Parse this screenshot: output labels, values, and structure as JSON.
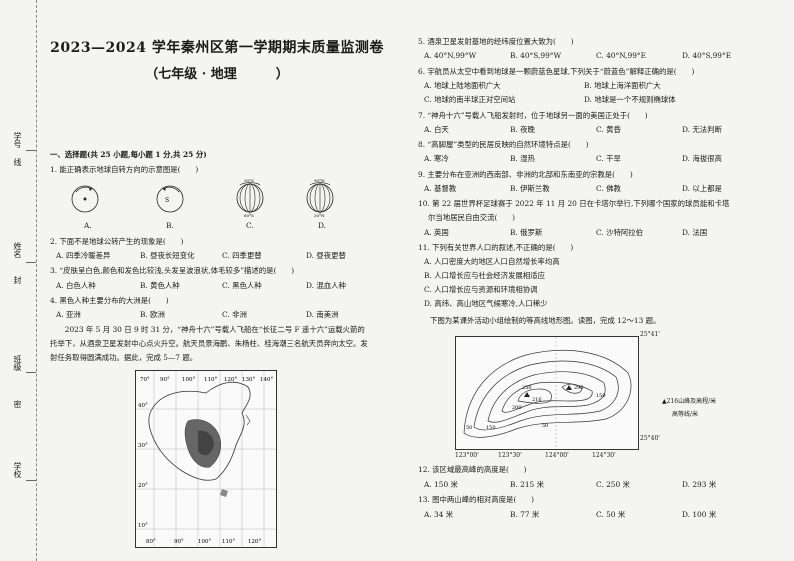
{
  "side_labels": [
    "学号",
    "线",
    "姓名",
    "封",
    "班级",
    "密",
    "学校"
  ],
  "header": {
    "title": "2023—2024 学年秦州区第一学期期末质量监测卷",
    "subtitle": "（七年级 · 地理　　　）"
  },
  "section1": {
    "heading": "一、选择题(共 25 小题,每小题 1 分,共 25 分)"
  },
  "q1": {
    "text": "1. 能正确表示地球自转方向的示意图是(　　)",
    "opts": [
      "A.",
      "B.",
      "C.",
      "D."
    ],
    "globe_labels": [
      "30°S",
      "60°S",
      "90°N",
      "30°N"
    ]
  },
  "q2": {
    "text": "2. 下面不是地球公转产生的现象是(　　)",
    "opts": [
      "A. 四季冷暖差异",
      "B. 昼夜长短变化",
      "C. 四季更替",
      "D. 昼夜更替"
    ]
  },
  "q3": {
    "text": "3. “皮肤呈白色,颜色和发色比较浅,头发呈波浪状,体毛较多”描述的是(　　)",
    "opts": [
      "A. 白色人种",
      "B. 黄色人种",
      "C. 黑色人种",
      "D. 混血人种"
    ]
  },
  "q4": {
    "text": "4. 黑色人种主要分布的大洲是(　　)",
    "opts": [
      "A. 亚洲",
      "B. 欧洲",
      "C. 非洲",
      "D. 南美洲"
    ]
  },
  "passage1": [
    "　　2023 年 5 月 30 日 9 时 31 分，“神舟十六”号载人飞船在“长征二号 F 遥十六”运载火箭的",
    "托举下，从酒泉卫星发射中心点火升空。航天员景海鹏、朱杨柱、桂海潮三名航天员奔向太空。发",
    "射任务取得圆满成功。据此，完成 5—7 题。"
  ],
  "map1": {
    "lon_labels": [
      "70°",
      "90°",
      "100°",
      "110°",
      "120°",
      "130°",
      "140°"
    ],
    "lon_bottom": [
      "80°",
      "90°",
      "100°",
      "110°",
      "120°"
    ],
    "lat_labels": [
      "40°",
      "30°",
      "20°",
      "10°"
    ]
  },
  "q5": {
    "text": "5. 酒泉卫星发射基地的经纬度位置大致为(　　)",
    "opts": [
      "A. 40°N,99°W",
      "B. 40°S,99°W",
      "C. 40°N,99°E",
      "D. 40°S,99°E"
    ]
  },
  "q6": {
    "text": "6. 宇航员从太空中看到地球是一颗蔚蓝色星球,下列关于“蔚蓝色”解释正确的是(　　)",
    "opts": [
      "A. 地球上陆地面积广大",
      "B. 地球上海洋面积广大",
      "C. 地球的南半球正对空间站",
      "D. 地球是一个不规则椭球体"
    ]
  },
  "q7": {
    "text": "7. “神舟十六”号载人飞船发射时，位于地球另一面的美国正处于(　　)",
    "opts": [
      "A. 白天",
      "B. 夜晚",
      "C. 黄昏",
      "D. 无法判断"
    ]
  },
  "q8": {
    "text": "8. “高脚屋”类型的民居反映的自然环境特点是(　　)",
    "opts": [
      "A. 寒冷",
      "B. 湿热",
      "C. 干旱",
      "D. 海拔很高"
    ]
  },
  "q9": {
    "text": "9. 主要分布在亚洲的西南部、非洲的北部和东南亚的宗教是(　　)",
    "opts": [
      "A. 基督教",
      "B. 伊斯兰教",
      "C. 佛教",
      "D. 以上都是"
    ]
  },
  "q10": {
    "text": [
      "10. 第 22 届世界杯足球赛于 2022 年 11 月 20 日在卡塔尔举行,下列哪个国家的球员能和卡塔",
      "尔当地居民自由交流(　　)"
    ],
    "opts": [
      "A. 英国",
      "B. 俄罗斯",
      "C. 沙特阿拉伯",
      "D. 法国"
    ]
  },
  "q11": {
    "text": "11. 下列有关世界人口的叙述,不正确的是(　　)",
    "opts": [
      "A. 人口密度大的地区人口自然增长率均高",
      "B. 人口增长应与社会经济发展相适应",
      "C. 人口增长应与资源和环境相协调",
      "D. 高纬、高山地区气候寒冷,人口稀少"
    ]
  },
  "passage2": "下图为某课外活动小组绘制的等高线地形图。读图，完成 12～13 题。",
  "map2": {
    "lat_top": "25°41'",
    "lat_bottom": "25°40'",
    "lon": [
      "123°00'",
      "123°30'",
      "124°00'",
      "124°30'"
    ],
    "contours": [
      "250",
      "200",
      "150",
      "50",
      "150",
      "50"
    ],
    "peaks": [
      "216",
      "293"
    ],
    "legend_peak": "▲216山峰及高程/米",
    "legend_contour": "高等线/米"
  },
  "q12": {
    "text": "12. 该区域最高峰的高度是(　　)",
    "opts": [
      "A. 150 米",
      "B. 215 米",
      "C. 250 米",
      "D. 293 米"
    ]
  },
  "q13": {
    "text": "13. 图中两山峰的相对高度是(　　)",
    "opts": [
      "A. 34 米",
      "B. 77 米",
      "C. 50 米",
      "D. 100 米"
    ]
  }
}
